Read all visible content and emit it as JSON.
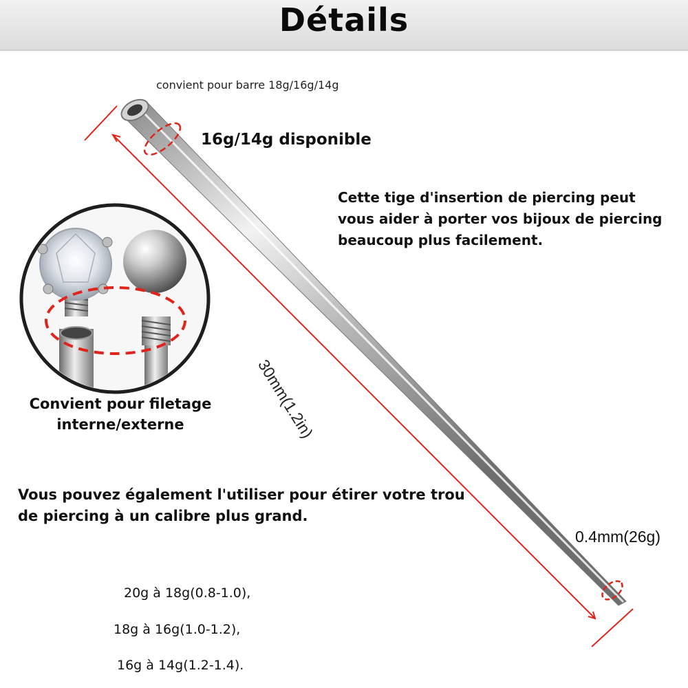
{
  "header": {
    "title": "Détails"
  },
  "labels": {
    "fit_note": "convient pour barre 18g/16g/14g",
    "available": "16g/14g disponible",
    "description": "Cette tige d'insertion de piercing peut vous aider à porter vos bijoux de piercing beaucoup plus facilement.",
    "thread_fit": "Convient pour filetage interne/externe",
    "stretch_note": "Vous pouvez également l'utiliser pour étirer votre trou de piercing à un calibre plus grand.",
    "tip_size": "0.4mm(26g)",
    "length": "30mm(1.2in)"
  },
  "gauges": [
    "20g à 18g(0.8-1.0),",
    "18g à 16g(1.0-1.2),",
    "16g à 14g(1.2-1.4)."
  ],
  "colors": {
    "accent_red": "#e0241b",
    "header_bg": "#e2e2e2",
    "steel": "#c8c8c8"
  },
  "icons": {
    "crystal": "gem-icon",
    "ball": "steel-ball-icon"
  }
}
